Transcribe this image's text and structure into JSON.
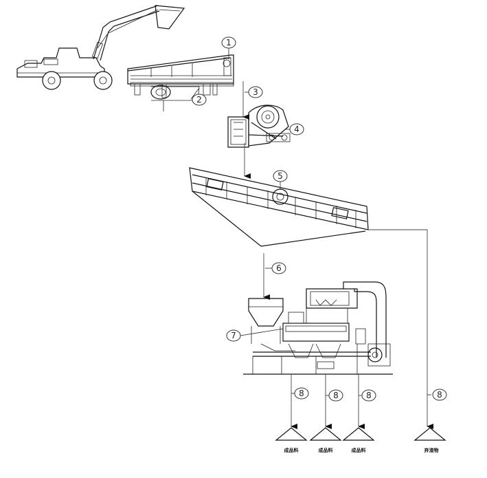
{
  "callouts": [
    "1",
    "2",
    "3",
    "4",
    "5",
    "6",
    "7",
    "8",
    "8",
    "8",
    "8"
  ],
  "piles": [
    "成品料",
    "成品料",
    "成品料",
    "弃渣物"
  ],
  "icons": [
    "excavator-icon",
    "vibrating-feeder-icon",
    "jaw-crusher-icon",
    "vibrating-screen-icon",
    "sand-washing-plant-icon",
    "stockpile-icon"
  ]
}
